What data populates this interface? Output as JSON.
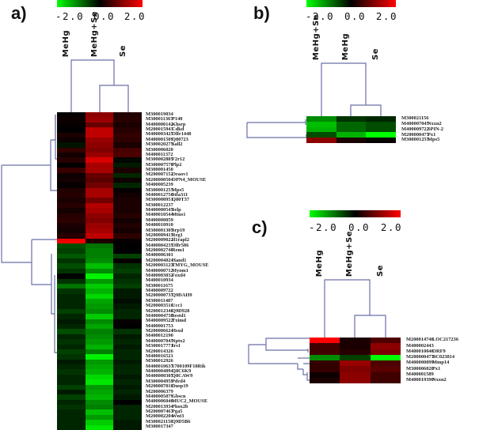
{
  "figure": {
    "panels": [
      "a)",
      "b)",
      "c)"
    ],
    "color_scale": {
      "min_label": "-2.0",
      "mid_label": "0.0",
      "max_label": "2.0",
      "low_color": "#00ff00",
      "mid_color": "#000000",
      "high_color": "#ff0000"
    }
  },
  "chart_data": [
    {
      "type": "heatmap",
      "panel": "a)",
      "title": "",
      "color_range": [
        -2.0,
        2.0
      ],
      "columns": [
        "MeHg",
        "MeHg+Se",
        "Se"
      ],
      "rows": [
        {
          "id": "M300019034",
          "gene": "",
          "values": [
            0.05,
            1.1,
            0.25
          ]
        },
        {
          "id": "M300011367",
          "gene": "P140",
          "values": [
            0.1,
            1.2,
            0.3
          ]
        },
        {
          "id": "M400000142",
          "gene": "Khsrp",
          "values": [
            0.05,
            0.8,
            0.2
          ]
        },
        {
          "id": "M200015943",
          "gene": "Cdkd",
          "values": [
            0.0,
            1.5,
            0.3
          ]
        },
        {
          "id": "M400003425",
          "gene": "Olfr1448",
          "values": [
            0.2,
            1.5,
            0.4
          ]
        },
        {
          "id": "M400001509",
          "gene": "Q80723",
          "values": [
            0.1,
            1.2,
            0.35
          ]
        },
        {
          "id": "M300020275",
          "gene": "Sall2",
          "values": [
            -0.15,
            1.1,
            0.2
          ]
        },
        {
          "id": "M300006020",
          "gene": "",
          "values": [
            0.4,
            1.0,
            0.55
          ]
        },
        {
          "id": "M400011372",
          "gene": "",
          "values": [
            0.15,
            1.2,
            0.6
          ]
        },
        {
          "id": "M300002885",
          "gene": "F2r12",
          "values": [
            0.3,
            1.7,
            -0.05
          ]
        },
        {
          "id": "M300007578",
          "gene": "Plp2",
          "values": [
            0.0,
            1.3,
            -0.2
          ]
        },
        {
          "id": "M300001450",
          "gene": "",
          "values": [
            0.45,
            1.3,
            0.2
          ]
        },
        {
          "id": "M200007152",
          "gene": "Oraov1",
          "values": [
            0.1,
            0.8,
            -0.3
          ]
        },
        {
          "id": "M200000504",
          "gene": "OPN4_MOUSE",
          "values": [
            0.15,
            0.7,
            0.1
          ]
        },
        {
          "id": "M400005239",
          "gene": "",
          "values": [
            0.05,
            0.9,
            -0.3
          ]
        },
        {
          "id": "M300001255",
          "gene": "Mps5",
          "values": [
            0.25,
            1.3,
            0.05
          ]
        },
        {
          "id": "M400012756",
          "gene": "Stfa311",
          "values": [
            0.3,
            1.3,
            0.15
          ]
        },
        {
          "id": "M300000951",
          "gene": "Q80T37",
          "values": [
            0.2,
            0.9,
            0.2
          ]
        },
        {
          "id": "M300012237",
          "gene": "",
          "values": [
            0.3,
            1.4,
            0.2
          ]
        },
        {
          "id": "M400000545",
          "gene": "Selp",
          "values": [
            0.15,
            1.3,
            0.2
          ]
        },
        {
          "id": "M400010544",
          "gene": "Mtus1",
          "values": [
            0.3,
            1.1,
            0.3
          ]
        },
        {
          "id": "M400000059",
          "gene": "",
          "values": [
            0.35,
            1.0,
            0.15
          ]
        },
        {
          "id": "M400010910",
          "gene": "",
          "values": [
            0.2,
            1.2,
            0.25
          ]
        },
        {
          "id": "M300001305",
          "gene": "Srp19",
          "values": [
            0.15,
            1.3,
            0.15
          ]
        },
        {
          "id": "M200009415",
          "gene": "Reg1",
          "values": [
            0.3,
            1.5,
            0.35
          ]
        },
        {
          "id": "M200009022",
          "gene": "Il1rapl2",
          "values": [
            1.9,
            0.2,
            0.05
          ]
        },
        {
          "id": "M400004235",
          "gene": "Olfr586",
          "values": [
            -0.6,
            -0.9,
            0.0
          ]
        },
        {
          "id": "M200002740",
          "gene": "Rem1",
          "values": [
            -0.5,
            -1.0,
            0.0
          ]
        },
        {
          "id": "M400006301",
          "gene": "",
          "values": [
            -0.7,
            -1.0,
            -0.5
          ]
        },
        {
          "id": "M200004024",
          "gene": "Hand1",
          "values": [
            -0.4,
            -1.1,
            0.05
          ]
        },
        {
          "id": "M200003123",
          "gene": "TMYG_MOUSE",
          "values": [
            -0.6,
            -1.5,
            -0.4
          ]
        },
        {
          "id": "M400000712",
          "gene": "Myom1",
          "values": [
            -0.4,
            -1.1,
            -0.5
          ]
        },
        {
          "id": "M400003032",
          "gene": "Foxd4",
          "values": [
            0.0,
            -1.9,
            -0.3
          ]
        },
        {
          "id": "M400010934",
          "gene": "",
          "values": [
            -0.4,
            -1.2,
            -0.4
          ]
        },
        {
          "id": "M300011675",
          "gene": "",
          "values": [
            -0.9,
            -1.6,
            -0.5
          ]
        },
        {
          "id": "M400009722",
          "gene": "",
          "values": [
            -0.4,
            -1.4,
            -0.2
          ]
        },
        {
          "id": "M200000737",
          "gene": "Q9DAH9",
          "values": [
            -0.3,
            -1.7,
            -0.2
          ]
        },
        {
          "id": "M300011487",
          "gene": "",
          "values": [
            -0.3,
            -1.3,
            -0.1
          ]
        },
        {
          "id": "M200003510",
          "gene": "Ucc1",
          "values": [
            -0.3,
            -1.2,
            -0.2
          ]
        },
        {
          "id": "M200012348",
          "gene": "Q9D928",
          "values": [
            -0.5,
            -1.1,
            -0.3
          ]
        },
        {
          "id": "M400004738",
          "gene": "Sestd1",
          "values": [
            -0.3,
            -1.6,
            -0.3
          ]
        },
        {
          "id": "M400009522",
          "gene": "Tximd",
          "values": [
            -0.2,
            -1.1,
            0.05
          ]
        },
        {
          "id": "M400001753",
          "gene": "",
          "values": [
            -0.3,
            -1.3,
            0.0
          ]
        },
        {
          "id": "M200006624",
          "gene": "Hsxd",
          "values": [
            -0.6,
            -1.0,
            -0.4
          ]
        },
        {
          "id": "M400012190",
          "gene": "",
          "values": [
            -0.3,
            -1.1,
            -0.2
          ]
        },
        {
          "id": "M400007045",
          "gene": "Nptx2",
          "values": [
            -0.4,
            -1.2,
            -0.3
          ]
        },
        {
          "id": "M300017771",
          "gene": "Irs1",
          "values": [
            -0.3,
            -1.4,
            -0.2
          ]
        },
        {
          "id": "M200014326",
          "gene": "",
          "values": [
            -0.5,
            -1.0,
            -0.3
          ]
        },
        {
          "id": "M400016521",
          "gene": "",
          "values": [
            -0.4,
            -1.9,
            -0.3
          ]
        },
        {
          "id": "M300012926",
          "gene": "",
          "values": [
            -0.2,
            -1.2,
            -0.2
          ]
        },
        {
          "id": "M400010637",
          "gene": "1700109F18Rik",
          "values": [
            -0.3,
            -1.3,
            -0.3
          ]
        },
        {
          "id": "M400004094",
          "gene": "Q8C6K9",
          "values": [
            -0.4,
            -1.4,
            -0.3
          ]
        },
        {
          "id": "M400000305",
          "gene": "Q8CAW9",
          "values": [
            -0.3,
            -1.7,
            -0.2
          ]
        },
        {
          "id": "M300004959",
          "gene": "Pdcd4",
          "values": [
            -0.3,
            -1.8,
            -0.3
          ]
        },
        {
          "id": "M200007010",
          "gene": "Dusp19",
          "values": [
            -0.5,
            -1.2,
            -0.2
          ]
        },
        {
          "id": "M200006379",
          "gene": "",
          "values": [
            -0.2,
            -1.3,
            -0.3
          ]
        },
        {
          "id": "M400005079",
          "gene": "Gbscn",
          "values": [
            -0.5,
            -1.4,
            -0.2
          ]
        },
        {
          "id": "M400006046",
          "gene": "MUC2_MOUSE",
          "values": [
            -0.3,
            -1.1,
            0.0
          ]
        },
        {
          "id": "M200013934",
          "gene": "Phox2b",
          "values": [
            -0.4,
            -1.0,
            -0.3
          ]
        },
        {
          "id": "M200007467",
          "gene": "Pga5",
          "values": [
            -0.3,
            -1.5,
            -0.3
          ]
        },
        {
          "id": "M200002204",
          "gene": "Wnt3",
          "values": [
            -0.3,
            -1.2,
            -0.3
          ]
        },
        {
          "id": "M300021156",
          "gene": "Q9D5B6",
          "values": [
            -0.3,
            -1.6,
            -0.2
          ]
        },
        {
          "id": "M300017347",
          "gene": "",
          "values": [
            -0.3,
            -1.8,
            -0.2
          ]
        }
      ]
    },
    {
      "type": "heatmap",
      "panel": "b)",
      "title": "",
      "color_range": [
        -2.0,
        2.0
      ],
      "columns": [
        "MeHg+Se",
        "MeHg",
        "Se"
      ],
      "rows": [
        {
          "id": "M300021156",
          "gene": "",
          "values": [
            -1.1,
            -0.4,
            -0.3
          ]
        },
        {
          "id": "M400007045",
          "gene": "Nxxn2",
          "values": [
            -1.5,
            -0.8,
            -0.6
          ]
        },
        {
          "id": "M400009722",
          "gene": "SPIN-2",
          "values": [
            -1.4,
            -0.8,
            -0.6
          ]
        },
        {
          "id": "M200000477",
          "gene": "Px1",
          "values": [
            -0.6,
            -1.4,
            -2.0
          ]
        },
        {
          "id": "M300001255",
          "gene": "Mps5",
          "values": [
            1.1,
            0.2,
            0.05
          ]
        }
      ]
    },
    {
      "type": "heatmap",
      "panel": "c)",
      "title": "",
      "color_range": [
        -2.0,
        2.0
      ],
      "columns": [
        "MeHg",
        "MeHg+Se",
        "Se"
      ],
      "rows": [
        {
          "id": "M200014746",
          "gene": "LOC217236",
          "values": [
            2.0,
            0.2,
            0.6
          ]
        },
        {
          "id": "M400002443",
          "gene": "",
          "values": [
            0.5,
            0.2,
            1.1
          ]
        },
        {
          "id": "M400010046",
          "gene": "ORF9",
          "values": [
            0.5,
            0.3,
            1.0
          ]
        },
        {
          "id": "M200000477",
          "gene": "BC023814",
          "values": [
            -1.1,
            -0.5,
            -2.0
          ]
        },
        {
          "id": "M400000099",
          "gene": "Mmp14",
          "values": [
            0.4,
            1.2,
            0.6
          ]
        },
        {
          "id": "M300006020",
          "gene": "Px1",
          "values": [
            0.4,
            1.0,
            0.7
          ]
        },
        {
          "id": "M400001589",
          "gene": "",
          "values": [
            0.1,
            1.1,
            0.5
          ]
        },
        {
          "id": "M400019390",
          "gene": "Nxxn2",
          "values": [
            0.2,
            1.1,
            0.5
          ]
        }
      ]
    }
  ]
}
